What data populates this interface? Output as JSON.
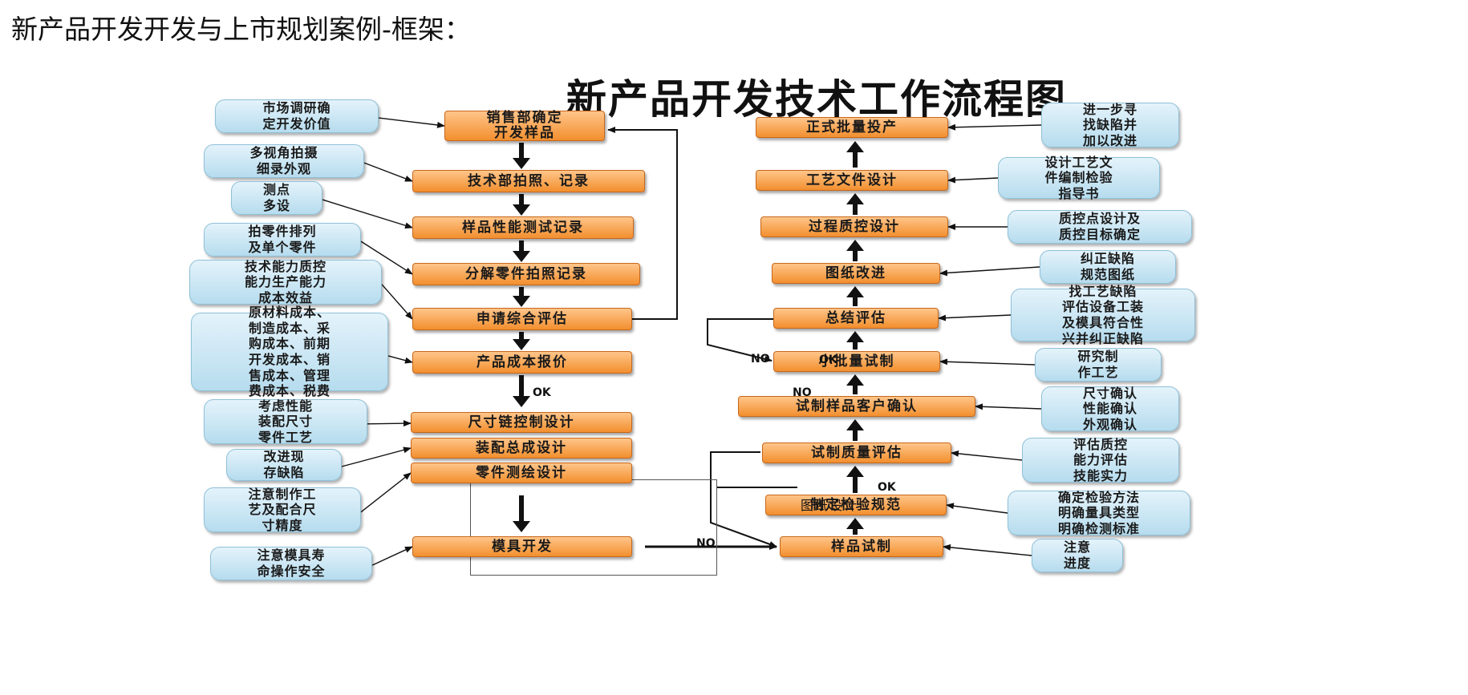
{
  "heading": "新产品开发开发与上市规划案例-框架：",
  "diagram": {
    "title": "新产品开发技术工作流程图",
    "left_steps": [
      "销售部确定\n开发样品",
      "技术部拍照、记录",
      "样品性能测试记录",
      "分解零件拍照记录",
      "申请综合评估",
      "产品成本报价",
      "尺寸链控制设计",
      "装配总成设计",
      "零件测绘设计",
      "模具开发"
    ],
    "right_steps": [
      "正式批量投产",
      "工艺文件设计",
      "过程质控设计",
      "图纸改进",
      "总结评估",
      "小批量试制",
      "试制样品客户确认",
      "试制质量评估",
      "制定检验规范",
      "样品试制"
    ],
    "left_notes": [
      "市场调研确\n定开发价值",
      "多视角拍摄\n细录外观",
      "测点\n多设",
      "拍零件排列\n及单个零件",
      "技术能力质控\n能力生产能力\n成本效益",
      "原材料成本、\n制造成本、采\n购成本、前期\n开发成本、销\n售成本、管理\n费成本、税费",
      "考虑性能\n装配尺寸\n零件工艺",
      "改进现\n存缺陷",
      "注意制作工\n艺及配合尺\n寸精度",
      "注意模具寿\n命操作安全"
    ],
    "right_notes": [
      "进一步寻\n找缺陷并\n加以改进",
      "设计工艺文\n件编制检验\n指导书",
      "质控点设计及\n质控目标确定",
      "纠正缺陷\n规范图纸",
      "找工艺缺陷\n评估设备工装\n及模具符合性\n兴并纠正缺陷",
      "研究制\n作工艺",
      "尺寸确认\n性能确认\n外观确认",
      "评估质控\n能力评估\n技能实力",
      "确定检验方法\n明确量具类型\n明确检测标准",
      "注意\n进度"
    ],
    "labels": {
      "no_left": "NO",
      "ok_left": "OK",
      "group": "图纸设计",
      "ok_r1": "OK",
      "no_r1": "NO",
      "ok_r2": "OK",
      "no_r2": "NO"
    },
    "colors": {
      "step_fill": "#f5a04a",
      "note_fill": "#cfe8f5",
      "arrow": "#111111"
    }
  }
}
